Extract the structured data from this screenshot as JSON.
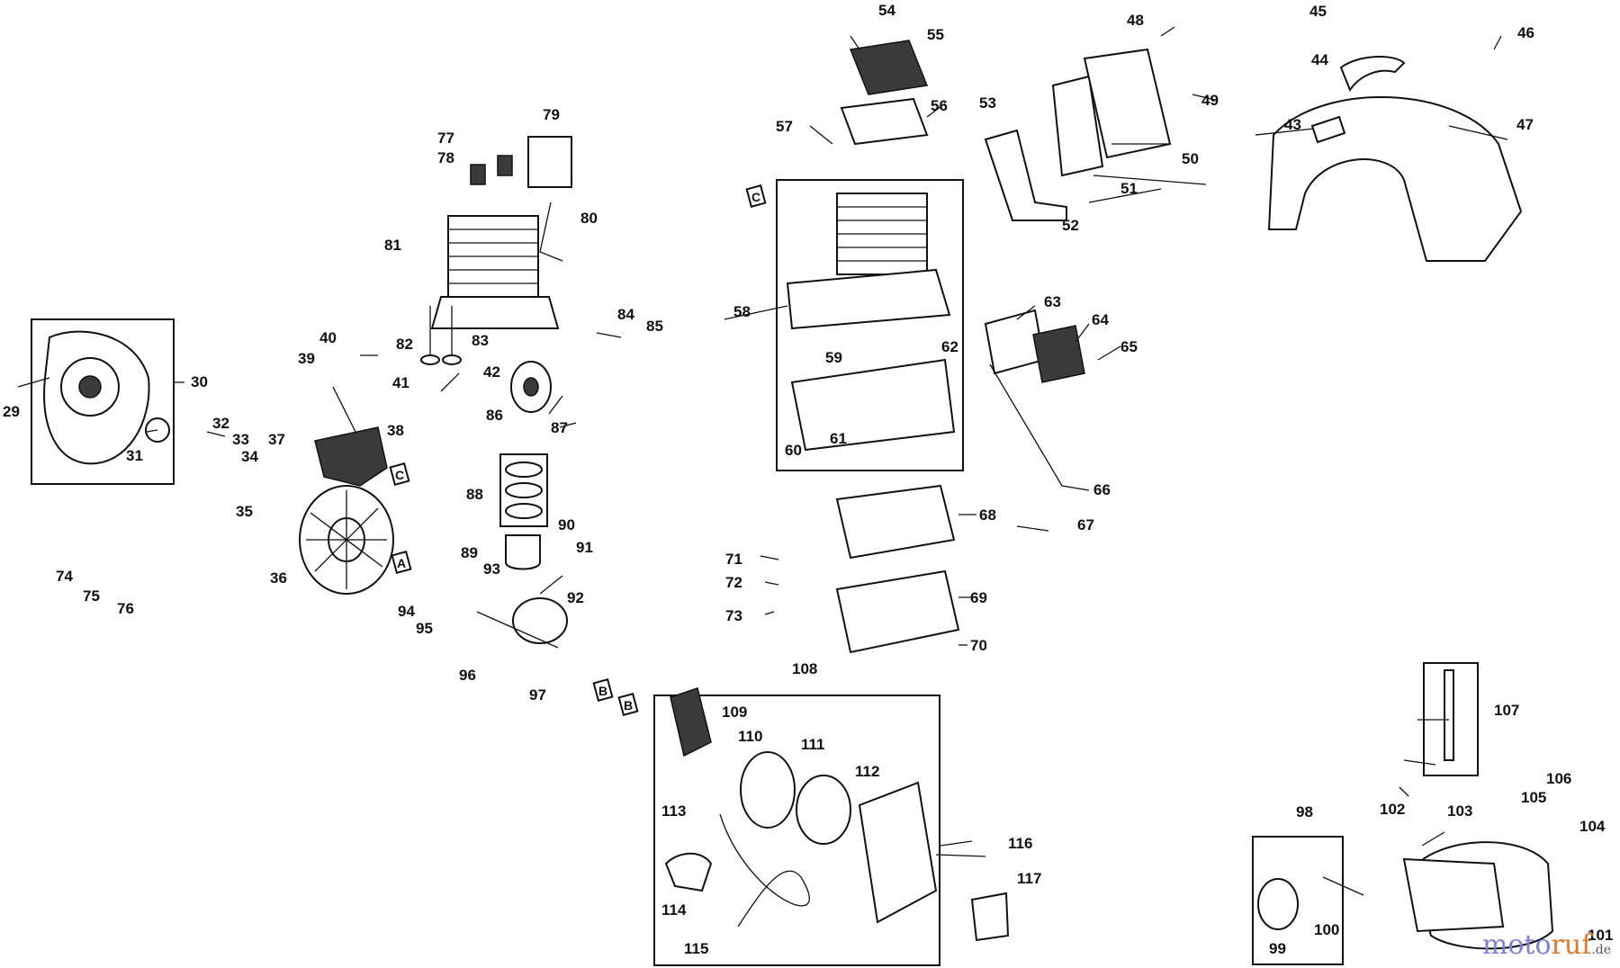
{
  "diagram": {
    "part_numbers": [
      "29",
      "30",
      "31",
      "32",
      "33",
      "34",
      "35",
      "36",
      "37",
      "38",
      "39",
      "40",
      "41",
      "42",
      "43",
      "44",
      "45",
      "46",
      "47",
      "48",
      "49",
      "50",
      "51",
      "52",
      "53",
      "54",
      "55",
      "56",
      "57",
      "58",
      "59",
      "60",
      "61",
      "62",
      "63",
      "64",
      "65",
      "66",
      "67",
      "68",
      "69",
      "70",
      "71",
      "72",
      "73",
      "74",
      "75",
      "76",
      "77",
      "78",
      "79",
      "80",
      "81",
      "82",
      "83",
      "84",
      "85",
      "86",
      "87",
      "88",
      "89",
      "90",
      "91",
      "92",
      "93",
      "94",
      "95",
      "96",
      "97",
      "98",
      "99",
      "100",
      "101",
      "102",
      "103",
      "104",
      "105",
      "106",
      "107",
      "108",
      "109",
      "110",
      "111",
      "112",
      "113",
      "114",
      "115",
      "116",
      "117"
    ],
    "reference_letters": [
      "A",
      "B",
      "B",
      "C",
      "C"
    ]
  },
  "watermark": {
    "part1": "moto",
    "part2": "ruf",
    "part3": ".de"
  }
}
